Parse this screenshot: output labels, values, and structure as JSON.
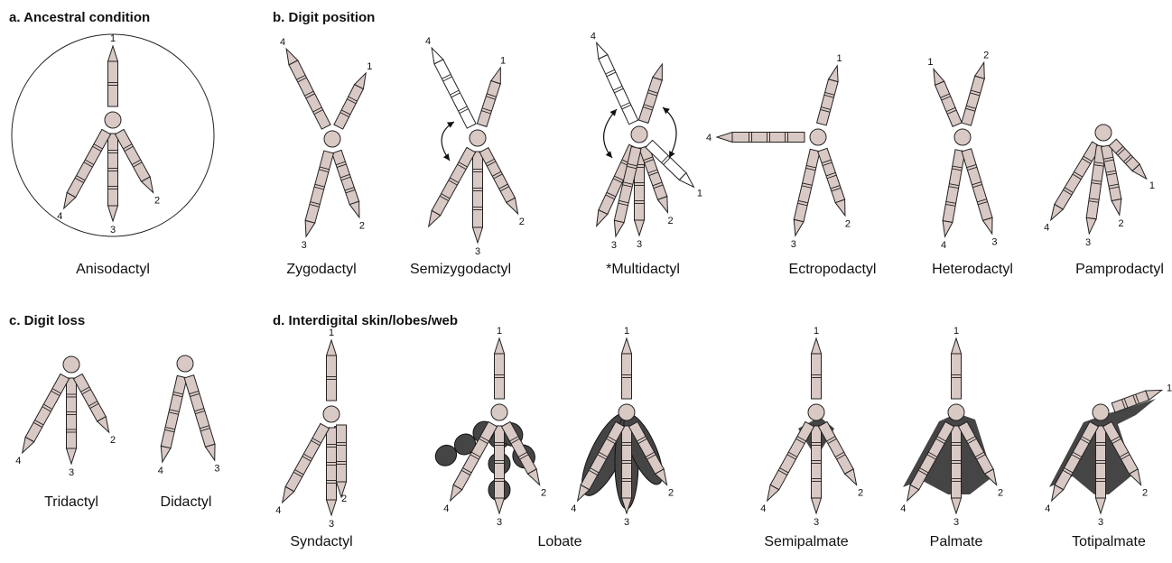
{
  "sections": {
    "a": "a. Ancestral condition",
    "b": "b. Digit position",
    "c": "c. Digit loss",
    "d": "d. Interdigital skin/lobes/web"
  },
  "captions": {
    "anisodactyl": "Anisodactyl",
    "zygodactyl": "Zygodactyl",
    "semizygodactyl": "Semizygodactyl",
    "multidactyl": "*Multidactyl",
    "ectropodactyl": "Ectropodactyl",
    "heterodactyl": "Heterodactyl",
    "pamprodactyl": "Pamprodactyl",
    "tridactyl": "Tridactyl",
    "didactyl": "Didactyl",
    "syndactyl": "Syndactyl",
    "lobate": "Lobate",
    "semipalmate": "Semipalmate",
    "palmate": "Palmate",
    "totipalmate": "Totipalmate"
  },
  "digits": {
    "d1": "1",
    "d2": "2",
    "d3": "3",
    "d4": "4"
  },
  "colors": {
    "bone": "#d9c9c5",
    "web": "#454545",
    "line": "#222222"
  }
}
